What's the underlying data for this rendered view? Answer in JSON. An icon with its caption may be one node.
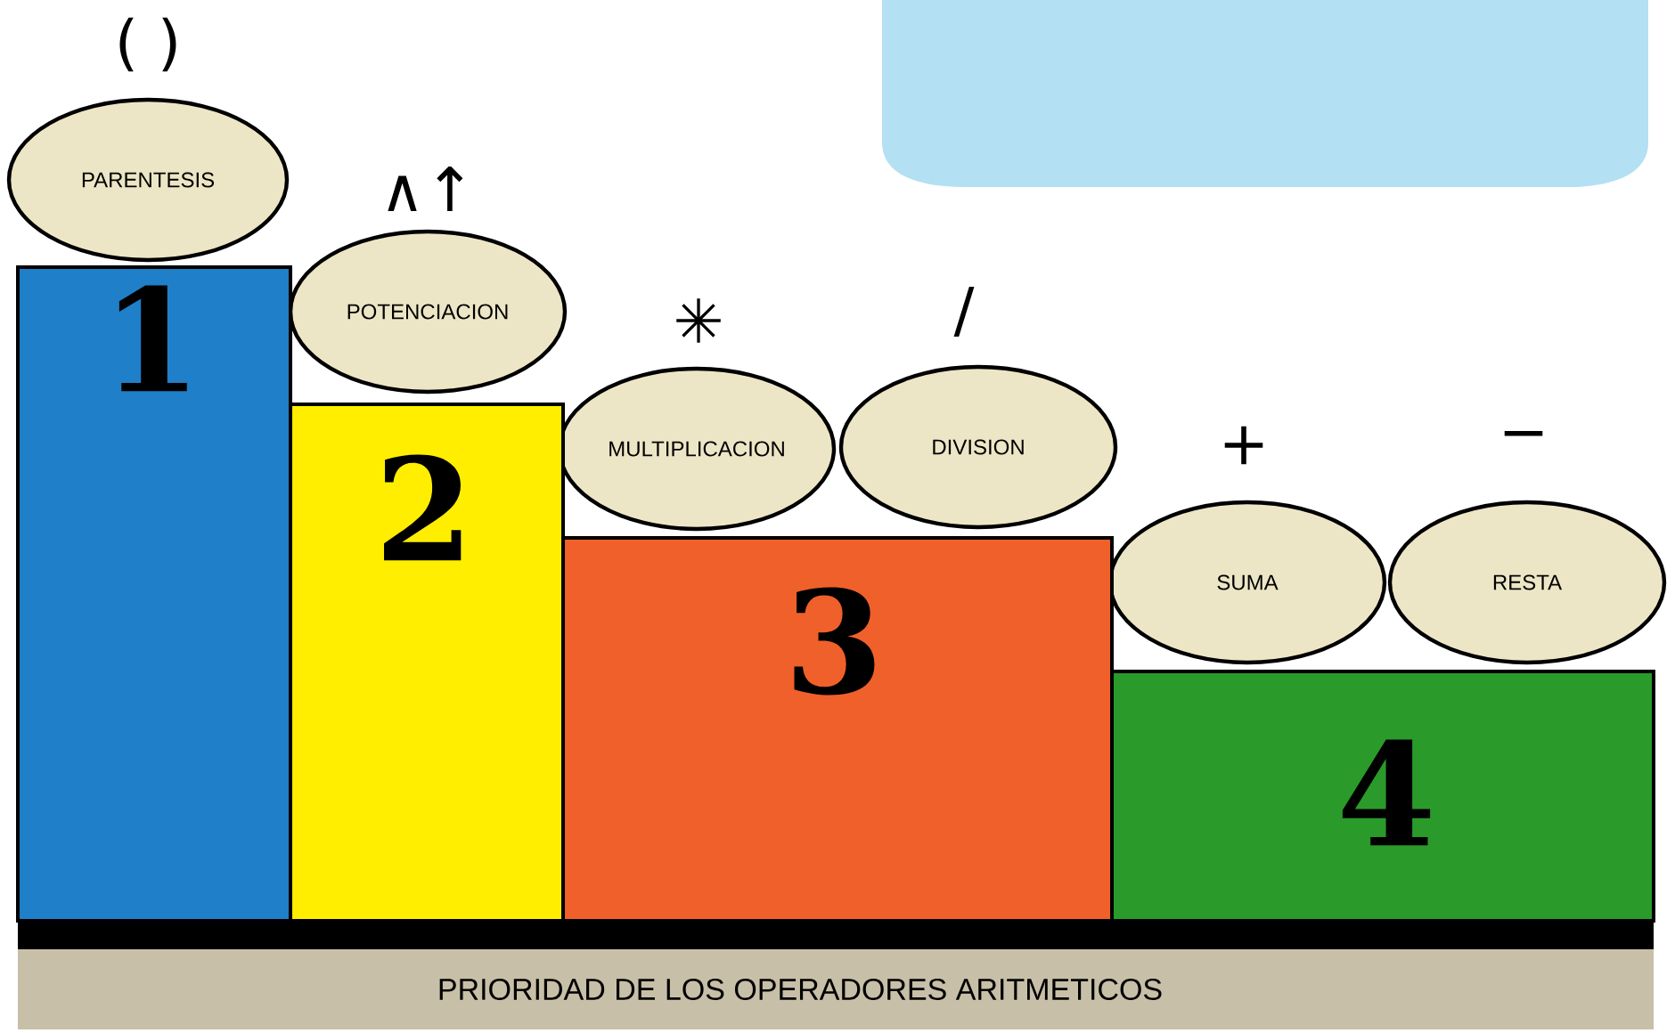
{
  "diagram": {
    "nodes": [
      {
        "text": [
          "PARENTESIS"
        ],
        "beside": [
          "( )"
        ]
      },
      {
        "text": [
          "POTENCIACION"
        ],
        "beside": [
          "∧↑"
        ]
      },
      {
        "text": [
          "MULTIPLICACION"
        ],
        "beside": [
          "✳"
        ]
      },
      {
        "text": [
          "DIVISION"
        ],
        "beside": [
          "/"
        ]
      },
      {
        "text": [
          "SUMA"
        ],
        "beside": [
          "+"
        ]
      },
      {
        "text": [
          "RESTA"
        ],
        "beside": [
          "−"
        ]
      },
      {
        "text": [
          "1"
        ]
      },
      {
        "text": [
          "2"
        ]
      },
      {
        "text": [
          "3"
        ]
      },
      {
        "text": [
          "4"
        ]
      },
      {
        "text": [
          "PRIORIDAD DE LOS OPERADORES ARITMETICOS"
        ]
      }
    ]
  }
}
